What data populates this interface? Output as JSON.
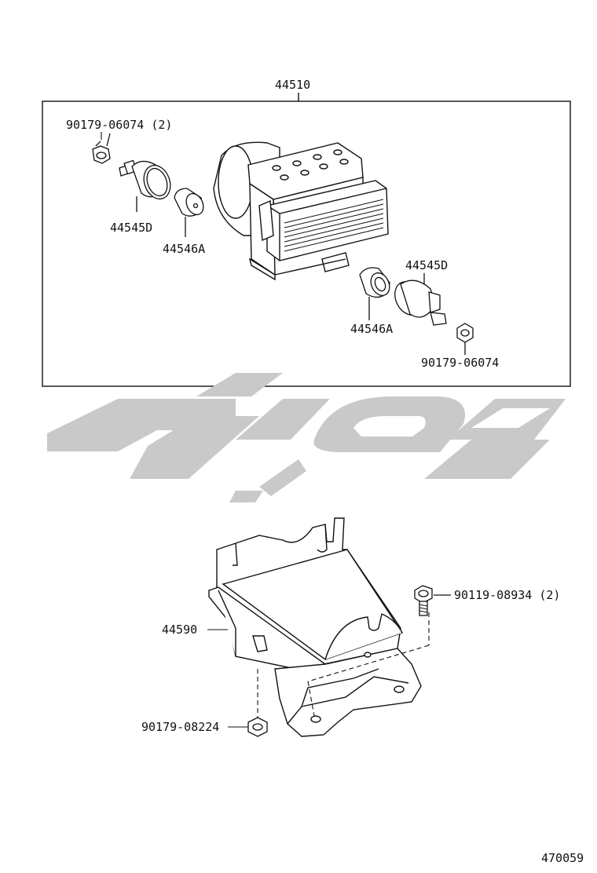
{
  "diagram": {
    "assembly_label": "44510",
    "figure_number": "470059",
    "colors": {
      "line": "#111111",
      "watermark": "#c8c8c8"
    },
    "callouts": {
      "top_left_nut": "90179-06074 (2)",
      "left_sensor": "44545D",
      "left_sleeve": "44546A",
      "right_sensor": "44545D",
      "right_sleeve": "44546A",
      "right_nut": "90179-06074",
      "bracket": "44590",
      "bracket_bolt": "90119-08934 (2)",
      "bracket_nut": "90179-08224"
    }
  }
}
